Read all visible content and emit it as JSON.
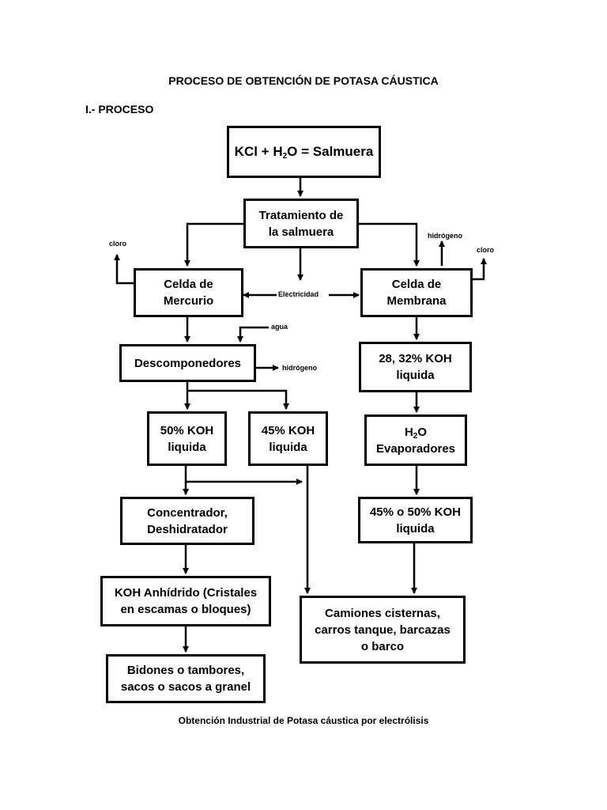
{
  "title": "PROCESO DE OBTENCIÓN DE POTASA CÁUSTICA",
  "section": "I.- PROCESO",
  "caption": "Obtención Industrial de Potasa cáustica por electrólisis",
  "nodes": {
    "salmuera": {
      "pre": "KCl + H",
      "sub": "2",
      "post": "O = Salmuera"
    },
    "tratamiento": {
      "line1": "Tratamiento de",
      "line2": "la salmuera"
    },
    "celda_mercurio": {
      "line1": "Celda de",
      "line2": "Mercurio"
    },
    "celda_membrana": {
      "line1": "Celda de",
      "line2": "Membrana"
    },
    "descomponedores": {
      "line1": "Descomponedores"
    },
    "koh_28_32": {
      "line1": "28, 32% KOH",
      "line2": "liquida"
    },
    "koh_50": {
      "line1": "50% KOH",
      "line2": "liquida"
    },
    "koh_45": {
      "line1": "45% KOH",
      "line2": "liquida"
    },
    "evaporadores": {
      "pre": "H",
      "sub": "2",
      "post": "O",
      "line2": "Evaporadores"
    },
    "concentrador": {
      "line1": "Concentrador,",
      "line2": "Deshidratador"
    },
    "koh_45_50": {
      "line1": "45% o 50% KOH",
      "line2": "liquida"
    },
    "koh_anhidrido": {
      "line1": "KOH Anhídrido (Cristales",
      "line2": "en escamas o bloques)"
    },
    "camiones": {
      "line1": "Camiones cisternas,",
      "line2": "carros tanque, barcazas",
      "line3": "o barco"
    },
    "bidones": {
      "line1": "Bidones o tambores,",
      "line2": "sacos o sacos a granel"
    }
  },
  "labels": {
    "cloro_left": "cloro",
    "cloro_right": "cloro",
    "hidrogeno_top": "hidrógeno",
    "hidrogeno_desc": "hidrógeno",
    "electricidad": "Electricidad",
    "agua": "agua"
  }
}
